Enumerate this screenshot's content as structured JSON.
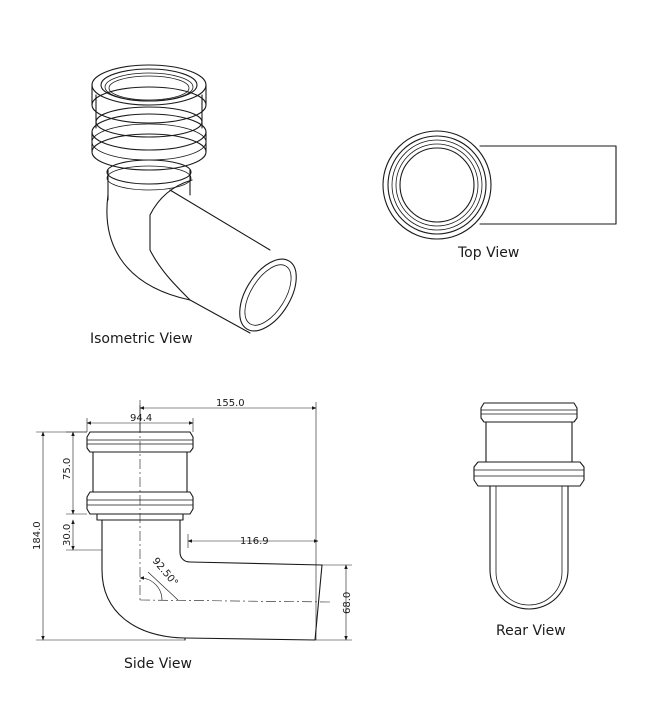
{
  "views": {
    "isometric": {
      "caption": "Isometric View"
    },
    "top": {
      "caption": "Top View"
    },
    "side": {
      "caption": "Side View"
    },
    "rear": {
      "caption": "Rear View"
    }
  },
  "dimensions": {
    "overall_length": "155.0",
    "socket_diameter": "94.4",
    "socket_height": "75.0",
    "neck_height": "30.0",
    "overall_height": "184.0",
    "spigot_length": "116.9",
    "spigot_diameter": "68.0",
    "bend_angle": "92.50°"
  }
}
